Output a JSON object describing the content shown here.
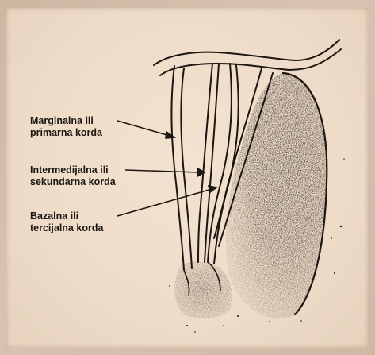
{
  "labels": [
    {
      "line1": "Marginalna ili",
      "line2": "primarna korda"
    },
    {
      "line1": "Intermedijalna ili",
      "line2": "sekundarna korda"
    },
    {
      "line1": "Bazalna ili",
      "line2": "tercijalna korda"
    }
  ],
  "colors": {
    "paper": "#f0dfcb",
    "ink": "#1c1612",
    "background": "#c9b4a0"
  }
}
